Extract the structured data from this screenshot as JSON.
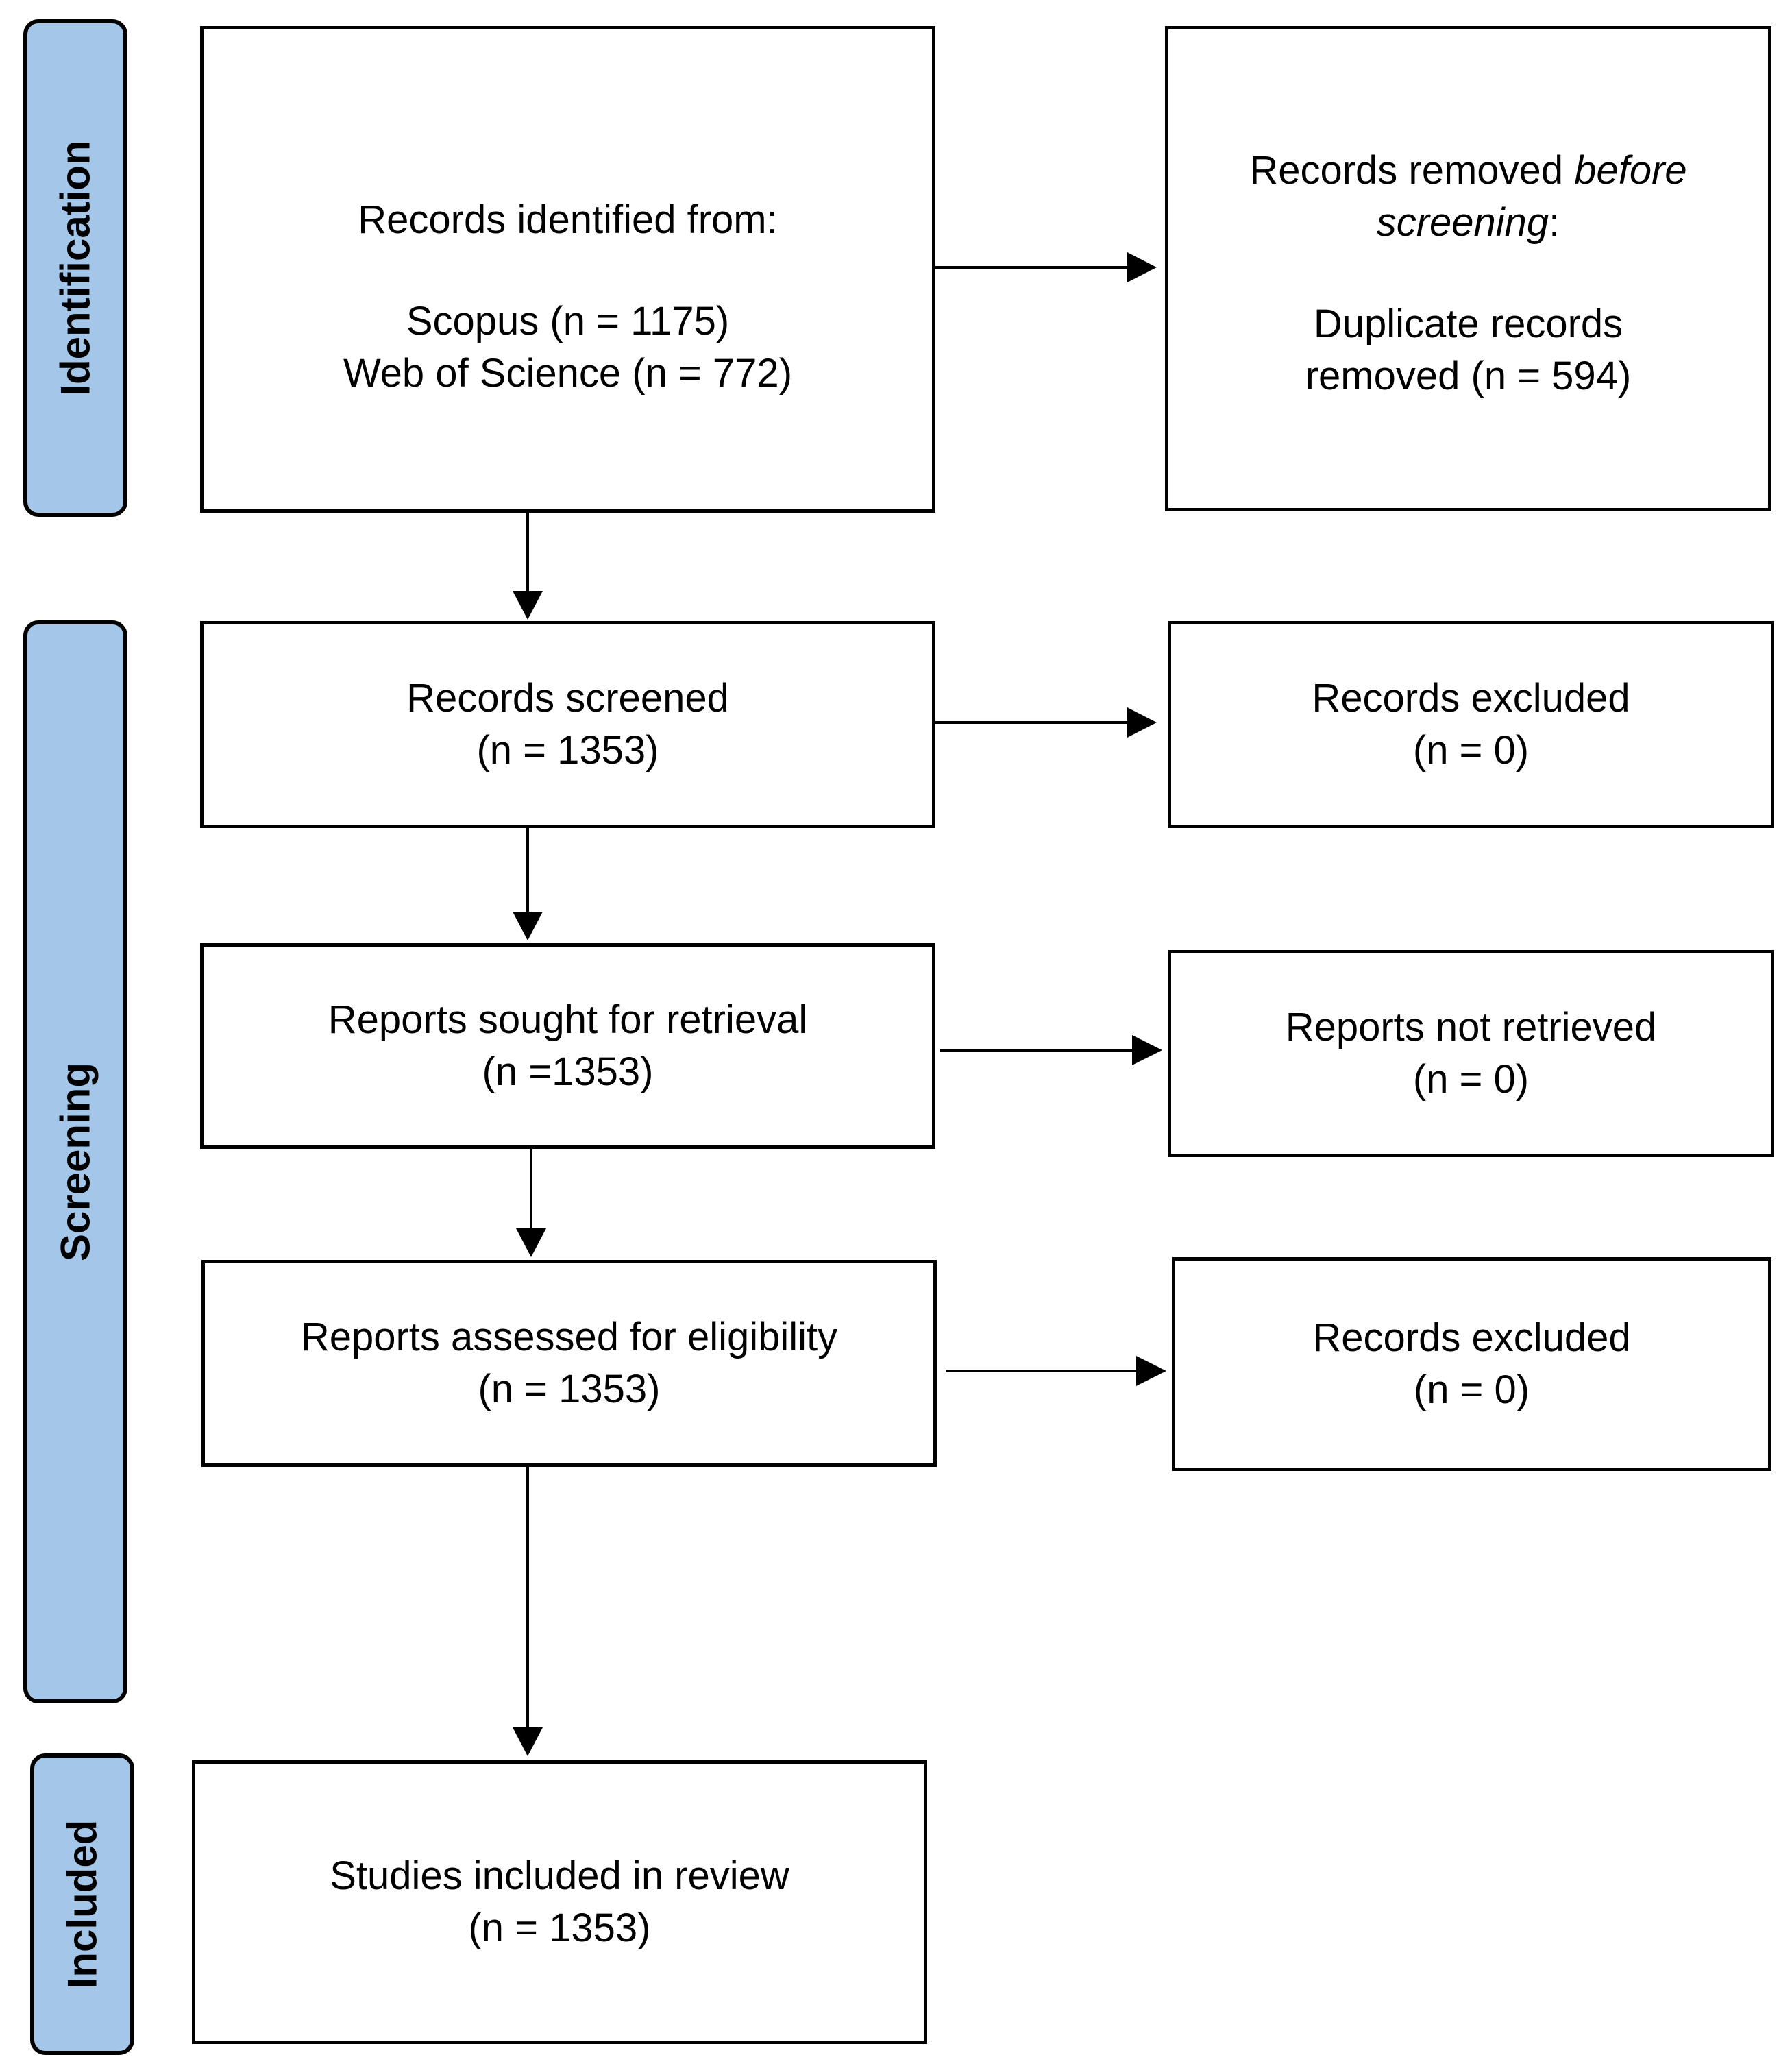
{
  "phases": {
    "identification": "Identification",
    "screening": "Screening",
    "included": "Included"
  },
  "boxes": {
    "identified": {
      "heading": "Records identified from:",
      "line1": "Scopus (n = 1175)",
      "line2": "Web of Science (n = 772)"
    },
    "removed": {
      "line1_plain": "Records removed ",
      "line1_italic": "before",
      "line2_italic": "screening",
      "line2_colon": ":",
      "line3": "Duplicate records",
      "line4": "removed (n = 594)"
    },
    "screened": {
      "title": "Records screened",
      "count": "(n = 1353)"
    },
    "excluded1": {
      "title": "Records excluded",
      "count": "(n = 0)"
    },
    "sought": {
      "title": "Reports sought for retrieval",
      "count": "(n =1353)"
    },
    "not_retrieved": {
      "title": "Reports not retrieved",
      "count": "(n = 0)"
    },
    "assessed": {
      "title": "Reports assessed for eligibility",
      "count": "(n = 1353)"
    },
    "excluded2": {
      "title": "Records excluded",
      "count": "(n = 0)"
    },
    "included": {
      "title": "Studies included in review",
      "count": "(n = 1353)"
    }
  }
}
